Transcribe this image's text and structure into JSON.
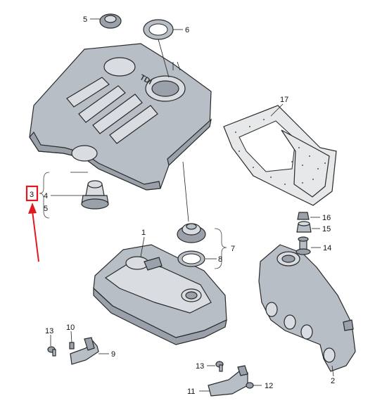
{
  "callouts": {
    "c1": "1",
    "c2": "2",
    "c3": "3",
    "c4": "4",
    "c5a": "5",
    "c5b": "5",
    "c6": "6",
    "c7": "7",
    "c8": "8",
    "c9": "9",
    "c10": "10",
    "c11": "11",
    "c12": "12",
    "c13a": "13",
    "c13b": "13",
    "c14": "14",
    "c15": "15",
    "c16": "16",
    "c17": "17"
  },
  "engine_cover_logo": "TDI",
  "colors": {
    "highlight": "#e0191e",
    "part_fill": "#b8bec6",
    "outline": "#2a2a2a"
  }
}
